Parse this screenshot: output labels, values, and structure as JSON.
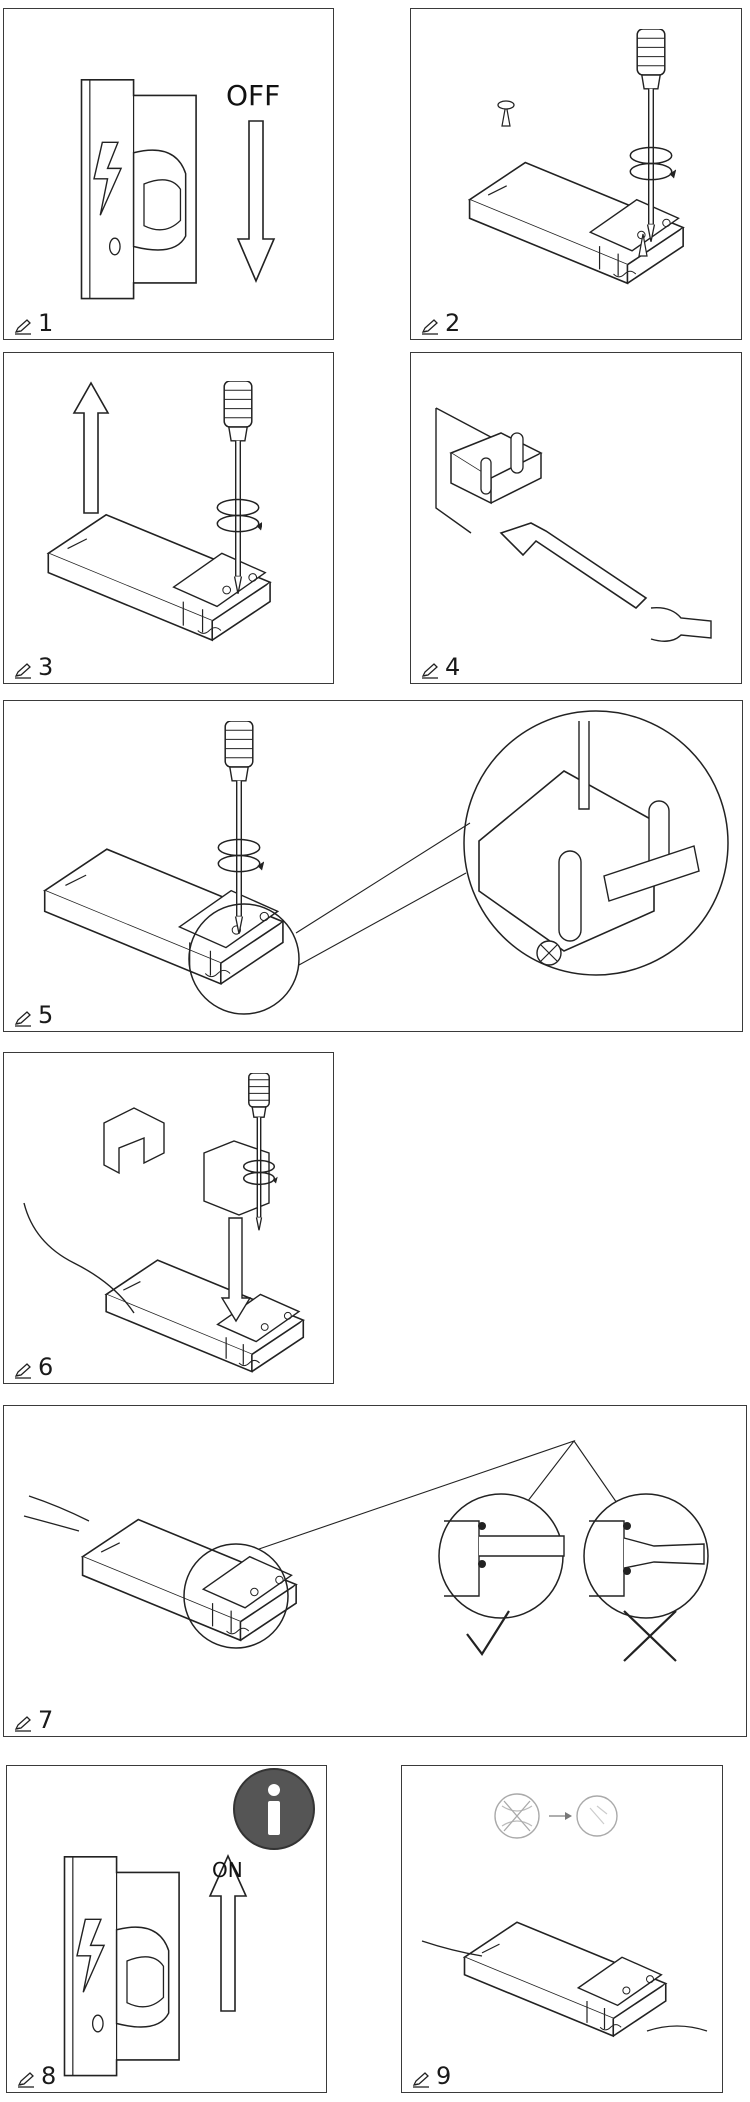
{
  "panels": [
    {
      "step": "1",
      "label": "OFF"
    },
    {
      "step": "2"
    },
    {
      "step": "3"
    },
    {
      "step": "4"
    },
    {
      "step": "5"
    },
    {
      "step": "6"
    },
    {
      "step": "7"
    },
    {
      "step": "8",
      "label": "ON"
    },
    {
      "step": "9"
    }
  ],
  "icons": {
    "step_marker": "pencil-icon",
    "info": "info-icon",
    "correct": "checkmark-icon",
    "incorrect": "cross-icon",
    "hazard": "lightning-bolt-icon"
  }
}
